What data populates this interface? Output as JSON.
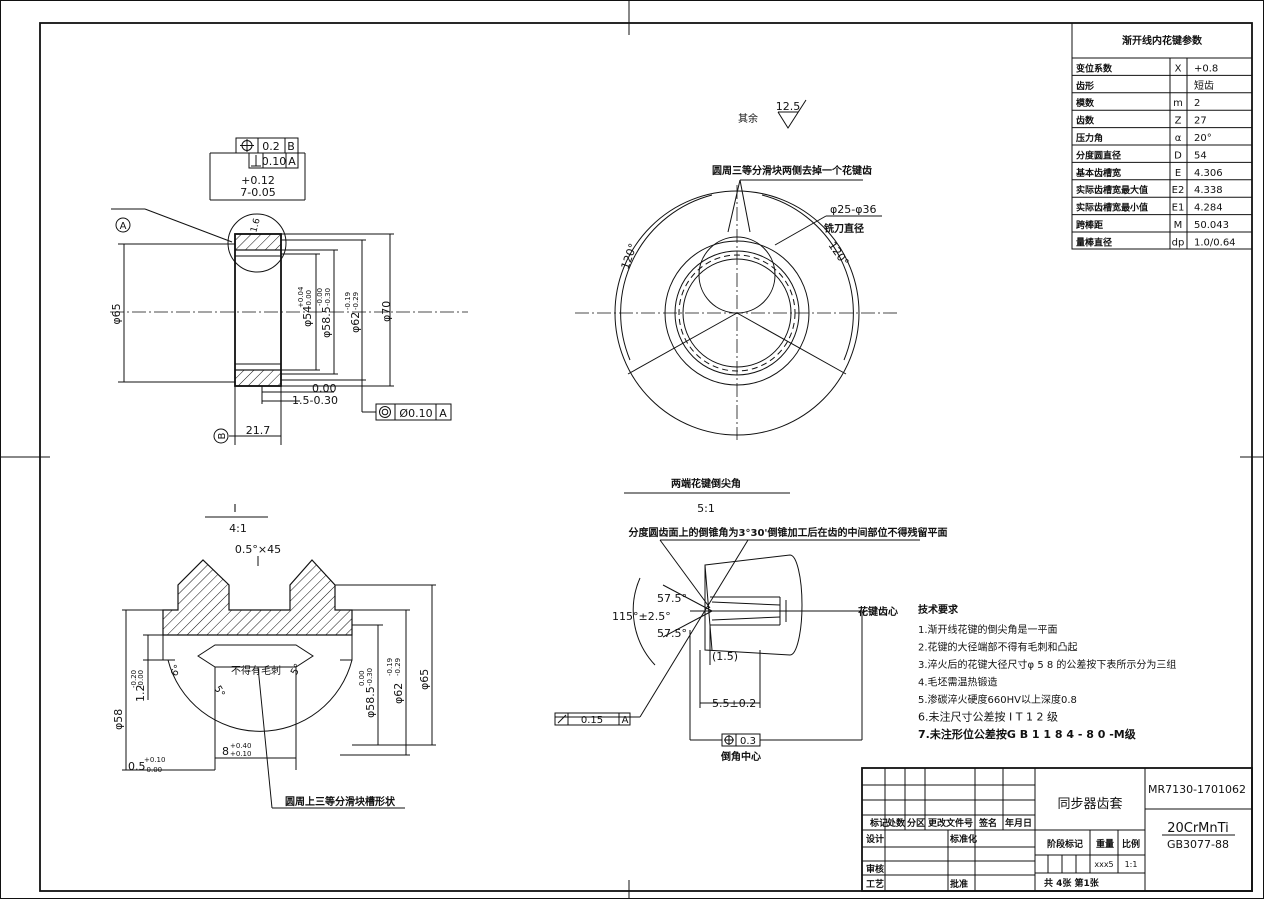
{
  "param_table": {
    "title": "渐开线内花键参数",
    "rows": [
      {
        "name": "变位系数",
        "sym": "X",
        "val": "+0.8"
      },
      {
        "name": "齿形",
        "sym": "",
        "val": "短齿"
      },
      {
        "name": "模数",
        "sym": "m",
        "val": "2"
      },
      {
        "name": "齿数",
        "sym": "Z",
        "val": "27"
      },
      {
        "name": "压力角",
        "sym": "α",
        "val": "20°"
      },
      {
        "name": "分度圆直径",
        "sym": "D",
        "val": "54"
      },
      {
        "name": "基本齿槽宽",
        "sym": "E",
        "val": "4.306"
      },
      {
        "name": "实际齿槽宽最大值",
        "sym": "E2",
        "val": "4.338"
      },
      {
        "name": "实际齿槽宽最小值",
        "sym": "E1",
        "val": "4.284"
      },
      {
        "name": "跨棒距",
        "sym": "M",
        "val": "50.043"
      },
      {
        "name": "量棒直径",
        "sym": "dp",
        "val": "1.0/0.64"
      }
    ]
  },
  "section_view": {
    "gdt_pos_value": "0.2",
    "gdt_pos_datum": "B",
    "gdt_perp_value": "0.10",
    "gdt_perp_datum": "A",
    "width_tol_upper": "+0.12",
    "width_dim": "7-0.05",
    "datum_a": "A",
    "datum_b": "B",
    "rough_small": "1.6",
    "dim_65": "φ65",
    "dim_54": "φ54",
    "dim_54_tol_up": "+0.04",
    "dim_54_tol_lo": "-0.00",
    "dim_585": "φ58.5",
    "dim_585_tol_up": "-0.00",
    "dim_585_tol_lo": "-0.30",
    "dim_62": "φ62",
    "dim_62_tol_up": "-0.19",
    "dim_62_tol_lo": "-0.29",
    "dim_70": "φ70",
    "dim_000": "0.00",
    "dim_15": "1.5-0.30",
    "gdt_runout_value": "Ø0.10",
    "gdt_runout_datum": "A",
    "dim_217": "21.7"
  },
  "front_view": {
    "surface_note": "其余",
    "roughness": "12.5",
    "top_note": "圆周三等分滑块两侧去掉一个花键齿",
    "dia_note": "φ25-φ36",
    "cutter_note": "铣刀直径",
    "angle_left": "120°",
    "angle_right": "120°"
  },
  "detail_i": {
    "label": "I",
    "scale": "4:1",
    "chamfer": "0.5°×45",
    "burr_note": "不得有毛刺",
    "angle_6": "6°",
    "angle_5_left": "5°",
    "angle_5_right": "5°",
    "dim_12": "1.2",
    "dim_12_tol_up": "-0.20",
    "dim_12_tol_lo": "-0.00",
    "dim_58": "φ58",
    "dim_05": "0.5",
    "dim_05_tol_up": "+0.10",
    "dim_05_tol_lo": "-0.00",
    "dim_8": "8",
    "dim_8_tol_up": "+0.40",
    "dim_8_tol_lo": "+0.10",
    "dim_585": "φ58.5",
    "dim_585_tol_up": "0.00",
    "dim_585_tol_lo": "-0.30",
    "dim_62": "φ62",
    "dim_62_tol_up": "-0.19",
    "dim_62_tol_lo": "-0.29",
    "dim_65": "φ65",
    "slot_note": "圆周上三等分滑块槽形状"
  },
  "detail_chamfer": {
    "title": "两端花键倒尖角",
    "scale": "5:1",
    "note": "分度圆齿面上的倒锥角为3°30'倒锥加工后在齿的中间部位不得残留平面",
    "angle_top": "57.5°",
    "angle_bottom": "57.5°",
    "angle_main": "115°±2.5°",
    "dim_15": "(1.5)",
    "dim_55": "5.5±0.2",
    "center_label": "花键齿心",
    "gdt_left": "0.15",
    "gdt_left_datum": "A",
    "gdt_bottom": "0.3",
    "bottom_label": "倒角中心"
  },
  "tech_req": {
    "title": "技术要求",
    "items": [
      "1.渐开线花键的倒尖角是一平面",
      "2.花键的大径端部不得有毛刺和凸起",
      "3.淬火后的花键大径尺寸φ 5 8 的公差按下表所示分为三组",
      "4.毛坯需温热锻造",
      "5.渗碳淬火硬度660HV以上深度0.8",
      "6.未注尺寸公差按 I T 1 2 级",
      "7.未注形位公差按G B 1 1 8 4 - 8 0 -M级"
    ]
  },
  "title_block": {
    "part_name": "同步器齿套",
    "drawing_no": "MR7130-1701062",
    "material": "20CrMnTi",
    "standard": "GB3077-88",
    "h_mark": "标记",
    "h_count": "处数",
    "h_zone": "分区",
    "h_docno": "更改文件号",
    "h_sign": "签名",
    "h_date": "年月日",
    "design": "设计",
    "standardize": "标准化",
    "stage": "阶段标记",
    "weight": "重量",
    "scale_h": "比例",
    "weight_val": "xxx5",
    "scale_val": "1:1",
    "check": "审核",
    "process": "工艺",
    "approve": "批准",
    "sheets": "共  4张 第1张"
  }
}
